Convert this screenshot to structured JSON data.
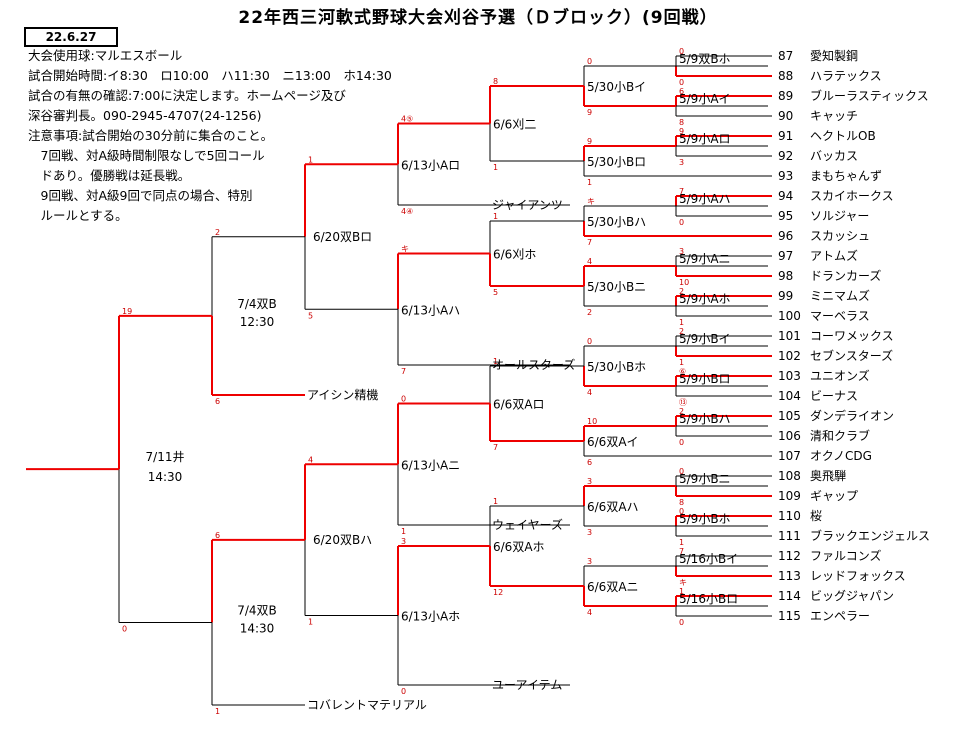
{
  "title": "22年西三河軟式野球大会刈谷予選（Ｄブロック）(9回戦）",
  "date": "22.6.27",
  "notes": [
    "大会使用球:マルエスボール",
    "試合開始時間:イ8:30　ロ10:00　ハ11:30　ニ13:00　ホ14:30",
    "試合の有無の確認:7:00に決定します。ホームページ及び",
    "深谷審判長。090-2945-4707(24-1256)",
    "注意事項:試合開始の30分前に集合のこと。",
    "　7回戦、対A級時間制限なしで5回コール",
    "　ドあり。優勝戦は延長戦。",
    "　9回戦、対A級9回で同点の場合、特別",
    "　ルールとする。"
  ],
  "colors": {
    "win_line": "#ee0000",
    "line": "#000000",
    "score": "#cc0000"
  },
  "teams": [
    {
      "num": "87",
      "name": "愛知製鋼"
    },
    {
      "num": "88",
      "name": "ハラテックス"
    },
    {
      "num": "89",
      "name": "ブルーラスティックス"
    },
    {
      "num": "90",
      "name": "キャッチ"
    },
    {
      "num": "91",
      "name": "ヘクトルOB"
    },
    {
      "num": "92",
      "name": "バッカス"
    },
    {
      "num": "93",
      "name": "まもちゃんず"
    },
    {
      "num": "94",
      "name": "スカイホークス"
    },
    {
      "num": "95",
      "name": "ソルジャー"
    },
    {
      "num": "96",
      "name": "スカッシュ"
    },
    {
      "num": "97",
      "name": "アトムズ"
    },
    {
      "num": "98",
      "name": "ドランカーズ"
    },
    {
      "num": "99",
      "name": "ミニマムズ"
    },
    {
      "num": "100",
      "name": "マーベラス"
    },
    {
      "num": "101",
      "name": "コーワメックス"
    },
    {
      "num": "102",
      "name": "セブンスターズ"
    },
    {
      "num": "103",
      "name": "ユニオンズ"
    },
    {
      "num": "104",
      "name": "ビーナス"
    },
    {
      "num": "105",
      "name": "ダンデライオン"
    },
    {
      "num": "106",
      "name": "清和クラブ"
    },
    {
      "num": "107",
      "name": "オクノCDG"
    },
    {
      "num": "108",
      "name": "奥飛騨"
    },
    {
      "num": "109",
      "name": "ギャップ"
    },
    {
      "num": "110",
      "name": "桜"
    },
    {
      "num": "111",
      "name": "ブラックエンジェルス"
    },
    {
      "num": "112",
      "name": "ファルコンズ"
    },
    {
      "num": "113",
      "name": "レッドフォックス"
    },
    {
      "num": "114",
      "name": "ビッグジャパン"
    },
    {
      "num": "115",
      "name": "エンペラー"
    }
  ],
  "seeds": [
    "ジャイアンツ",
    "オールスターズ",
    "アイシン精機",
    "ウェイヤーズ",
    "ユーアイテム",
    "コバレントマテリアル"
  ],
  "games": {
    "r1": [
      "5/9双Bホ",
      "5/9小Aイ",
      "5/9小Aロ",
      "5/9小Aハ",
      "5/9小Aニ",
      "5/9小Aホ",
      "5/9小Bイ",
      "5/9小Bロ",
      "5/9小Bハ",
      "5/9小Bニ",
      "5/9小Bホ",
      "5/16小Bイ",
      "5/16小Bロ"
    ],
    "r2": [
      "5/30小Bイ",
      "5/30小Bロ",
      "5/30小Bハ",
      "5/30小Bニ",
      "5/30小Bホ",
      "6/6双Aイ",
      "6/6双Aハ",
      "6/6双Aニ"
    ],
    "r3": [
      "6/6刈二",
      "6/6刈ホ",
      "6/6双Aロ",
      "6/6双Aホ"
    ],
    "r4": [
      "6/13小Aロ",
      "6/13小Aハ",
      "6/13小Aニ",
      "6/13小Aホ"
    ],
    "r5": [
      "6/20双Bロ",
      "6/20双Bハ"
    ],
    "r6": [
      {
        "date": "7/4双B",
        "time": "12:30"
      },
      {
        "date": "7/4双B",
        "time": "14:30"
      }
    ],
    "final": {
      "date": "7/11井",
      "time": "14:30"
    }
  },
  "scores": {
    "r1": [
      [
        "0",
        "0"
      ],
      [
        "6",
        "8"
      ],
      [
        "9",
        "3"
      ],
      [
        "7",
        "0"
      ],
      [
        "3",
        "10"
      ],
      [
        "2",
        "1"
      ],
      [
        "2",
        "1"
      ],
      [
        "⑥",
        "⑬"
      ],
      [
        "2",
        "0"
      ],
      [
        "0",
        "8"
      ],
      [
        "0",
        "1"
      ],
      [
        "7",
        "キ"
      ],
      [
        "1",
        "0"
      ]
    ],
    "r2": [
      [
        "0",
        "9"
      ],
      [
        "9",
        "1"
      ],
      [
        "キ",
        "7"
      ],
      [
        "4",
        "2"
      ],
      [
        "0",
        "4"
      ],
      [
        "10",
        "6"
      ],
      [
        "3",
        "3"
      ],
      [
        "3",
        "4"
      ]
    ],
    "r3": [
      [
        "8",
        "1"
      ],
      [
        "1",
        "5"
      ],
      [
        "1",
        "7"
      ],
      [
        "1",
        "12"
      ]
    ],
    "r4": [
      [
        "4⑤",
        "4④"
      ],
      [
        "キ",
        "7"
      ],
      [
        "0",
        "1"
      ],
      [
        "3",
        "0"
      ]
    ],
    "r5": [
      [
        "1",
        "5"
      ],
      [
        "4",
        "1"
      ]
    ],
    "r6": [
      [
        "2",
        "6"
      ],
      [
        "6",
        "1"
      ]
    ],
    "final": [
      "19",
      "0"
    ]
  }
}
